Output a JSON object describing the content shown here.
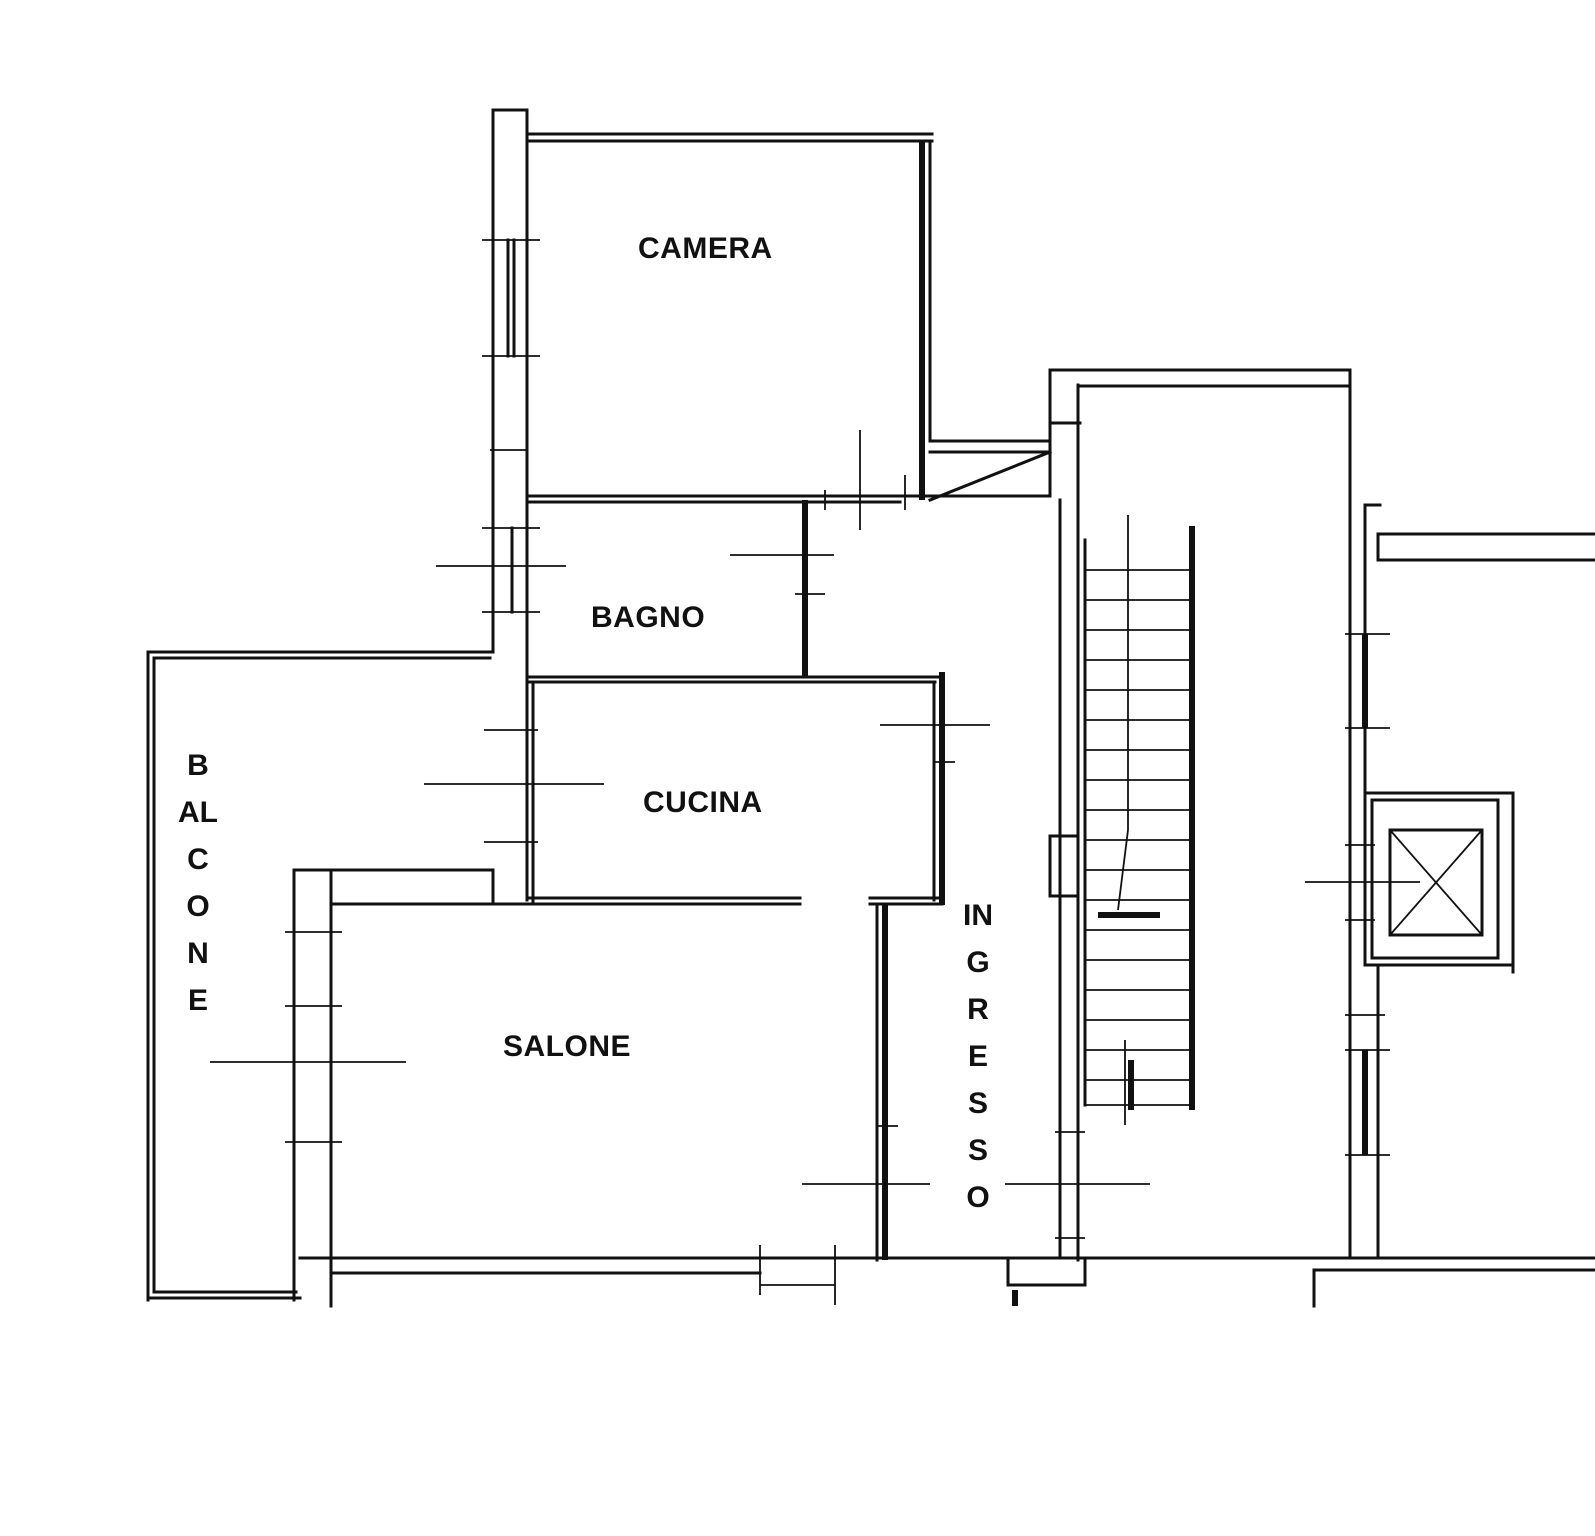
{
  "rooms": {
    "camera": "CAMERA",
    "bagno": "BAGNO",
    "cucina": "CUCINA",
    "salone": "SALONE",
    "balcone": "BALCONE",
    "ingresso": "INGRESSO"
  },
  "colors": {
    "line": "#111111",
    "background": "#ffffff"
  }
}
